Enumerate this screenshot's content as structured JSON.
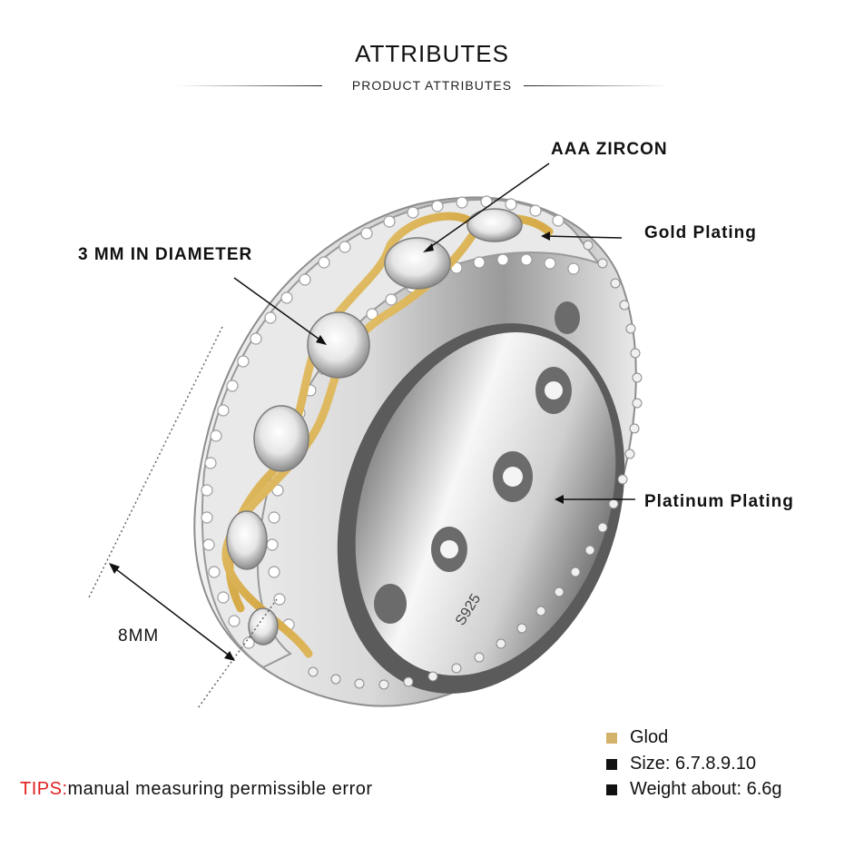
{
  "header": {
    "title": "ATTRIBUTES",
    "subtitle": "PRODUCT ATTRIBUTES"
  },
  "callouts": {
    "zircon": "AAA ZIRCON",
    "gold_plating": "Gold Plating",
    "diameter": "3 MM IN DIAMETER",
    "platinum_plating": "Platinum Plating",
    "width": "8MM"
  },
  "tips": {
    "prefix": "TIPS:",
    "text": "manual measuring permissible error"
  },
  "attributes": [
    {
      "label": "Glod",
      "swatch_color": "#d4b26a"
    },
    {
      "label": "Size: 6.7.8.9.10",
      "swatch_color": "#111111"
    },
    {
      "label": "Weight about: 6.6g",
      "swatch_color": "#111111"
    }
  ],
  "ring_engraving": "S925"
}
